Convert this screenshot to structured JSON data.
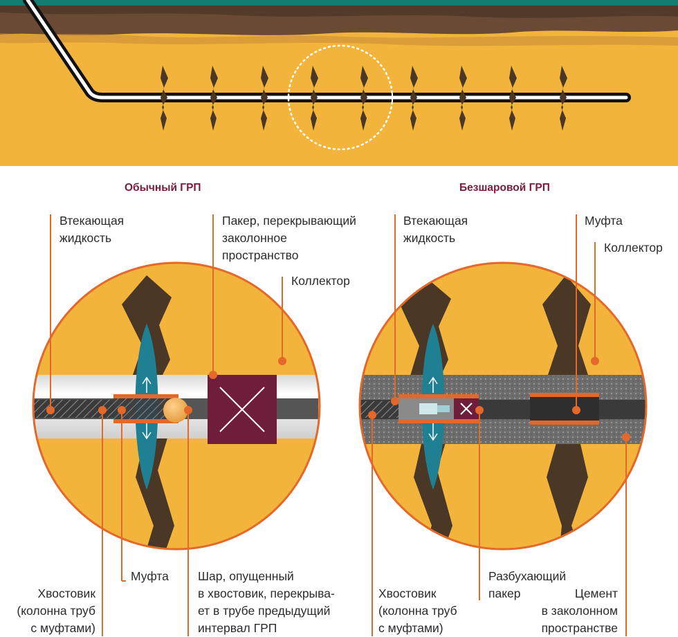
{
  "colors": {
    "formation": "#f2b43a",
    "formation_light": "#f7c650",
    "fracture": "#4a3726",
    "callout": "#e4682a",
    "packer": "#6e1d3b",
    "fluid_lens": "#1f7f93",
    "title": "#7a1c3e",
    "top_band": "#137d72"
  },
  "left": {
    "title": "Обычный ГРП",
    "labels": {
      "inflow_fluid": [
        "Втекающая",
        "жидкость"
      ],
      "packer_annulus": [
        "Пакер, перекрывающий",
        "заколонное",
        "пространство"
      ],
      "reservoir": [
        "Коллектор"
      ],
      "coupling": [
        "Муфта"
      ],
      "liner": [
        "Хвостовик",
        "(колонна труб",
        "с муфтами)"
      ],
      "ball": [
        "Шар, опущенный",
        "в хвостовик, перекрыва-",
        "ет в трубе предыдущий",
        "интервал ГРП"
      ]
    }
  },
  "right": {
    "title": "Безшаровой ГРП",
    "labels": {
      "inflow_fluid": [
        "Втекающая",
        "жидкость"
      ],
      "coupling": [
        "Муфта"
      ],
      "reservoir": [
        "Коллектор"
      ],
      "liner": [
        "Хвостовик",
        "(колонна труб",
        "с муфтами)"
      ],
      "swelling_packer": [
        "Разбухающий",
        "пакер"
      ],
      "cement": [
        "Цемент",
        "в заколонном",
        "пространстве"
      ]
    }
  }
}
